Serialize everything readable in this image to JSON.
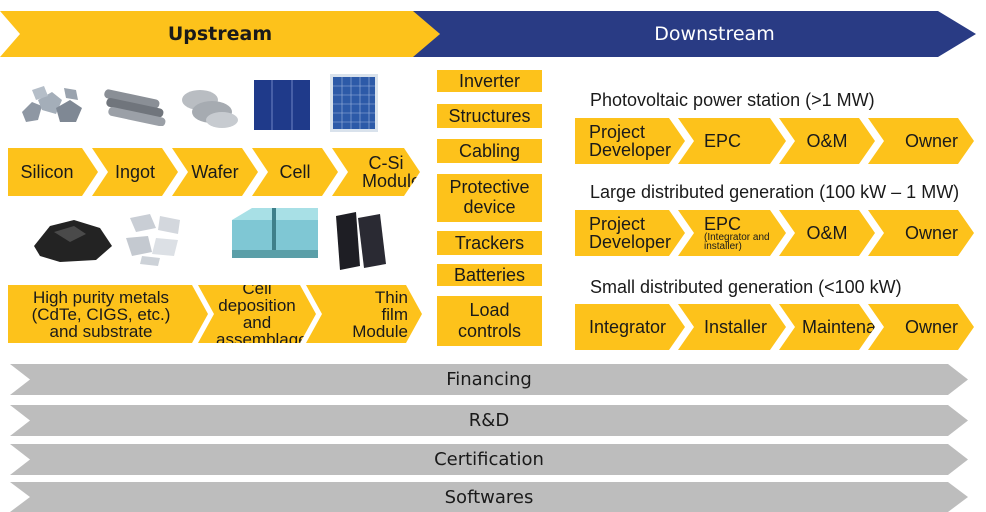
{
  "header": {
    "upstream": "Upstream",
    "downstream": "Downstream"
  },
  "csi_chain": [
    "Silicon",
    "Ingot",
    "Wafer",
    "Cell",
    "C-Si Module"
  ],
  "thinfilm_chain": [
    "High purity metals (CdTe, CIGS, etc.) and substrate",
    "Cell deposition and assemblage",
    "Thin film Module"
  ],
  "components": [
    "Inverter",
    "Structures",
    "Cabling",
    "Protective device",
    "Trackers",
    "Batteries",
    "Load controls"
  ],
  "segments": [
    {
      "title": "Photovoltaic power station (>1 MW)",
      "steps": [
        "Project Developer",
        "EPC",
        "O&M",
        "Owner"
      ]
    },
    {
      "title": "Large distributed generation (100 kW – 1 MW)",
      "steps": [
        "Project Developer",
        "EPC",
        "O&M",
        "Owner"
      ],
      "epc_note": "(Integrator and installer)"
    },
    {
      "title": "Small distributed generation (<100 kW)",
      "steps": [
        "Integrator",
        "Installer",
        "Maintenance",
        "Owner"
      ]
    }
  ],
  "bars": [
    "Financing",
    "R&D",
    "Certification",
    "Softwares"
  ],
  "colors": {
    "yellow": "#FDC21B",
    "navy": "#293B84",
    "grey": "#BDBDBD"
  }
}
